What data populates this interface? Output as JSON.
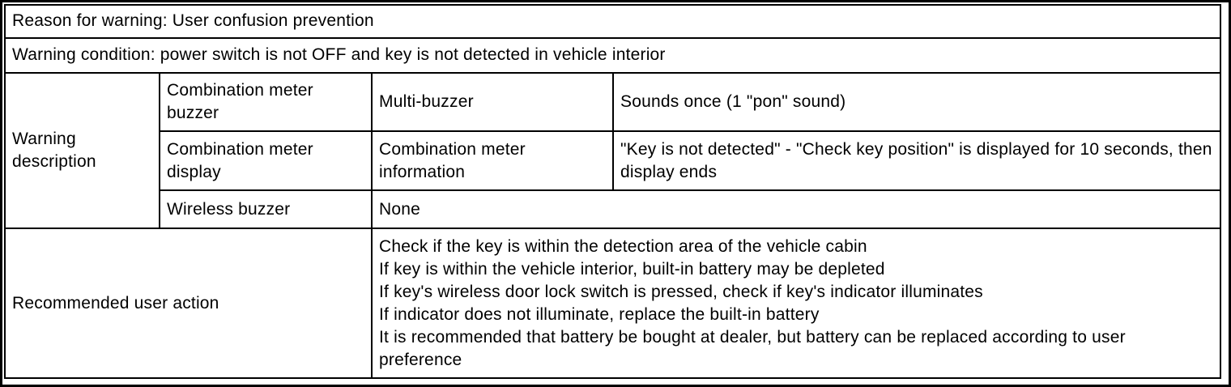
{
  "table": {
    "reason_row": "Reason for warning: User confusion prevention",
    "condition_row": "Warning condition: power switch is not OFF and key is not detected in vehicle interior",
    "warning_description_label": "Warning description",
    "description_rows": [
      {
        "item": "Combination meter buzzer",
        "device": "Multi-buzzer",
        "detail": "Sounds once (1 \"pon\" sound)"
      },
      {
        "item": "Combination meter display",
        "device": "Combination meter information",
        "detail": "\"Key is not detected\" - \"Check key position\" is displayed for 10 seconds, then display ends"
      },
      {
        "item": "Wireless buzzer",
        "detail": "None"
      }
    ],
    "recommended_action_label": "Recommended user action",
    "recommended_actions": [
      "Check if the key is within the detection area of the vehicle cabin",
      "If key is within the vehicle interior, built-in battery may be depleted",
      "If key's wireless door lock switch is pressed, check if key's indicator illuminates",
      "If indicator does not illuminate, replace the built-in battery",
      "It is recommended that battery be bought at dealer, but battery can be replaced according to user preference"
    ]
  }
}
